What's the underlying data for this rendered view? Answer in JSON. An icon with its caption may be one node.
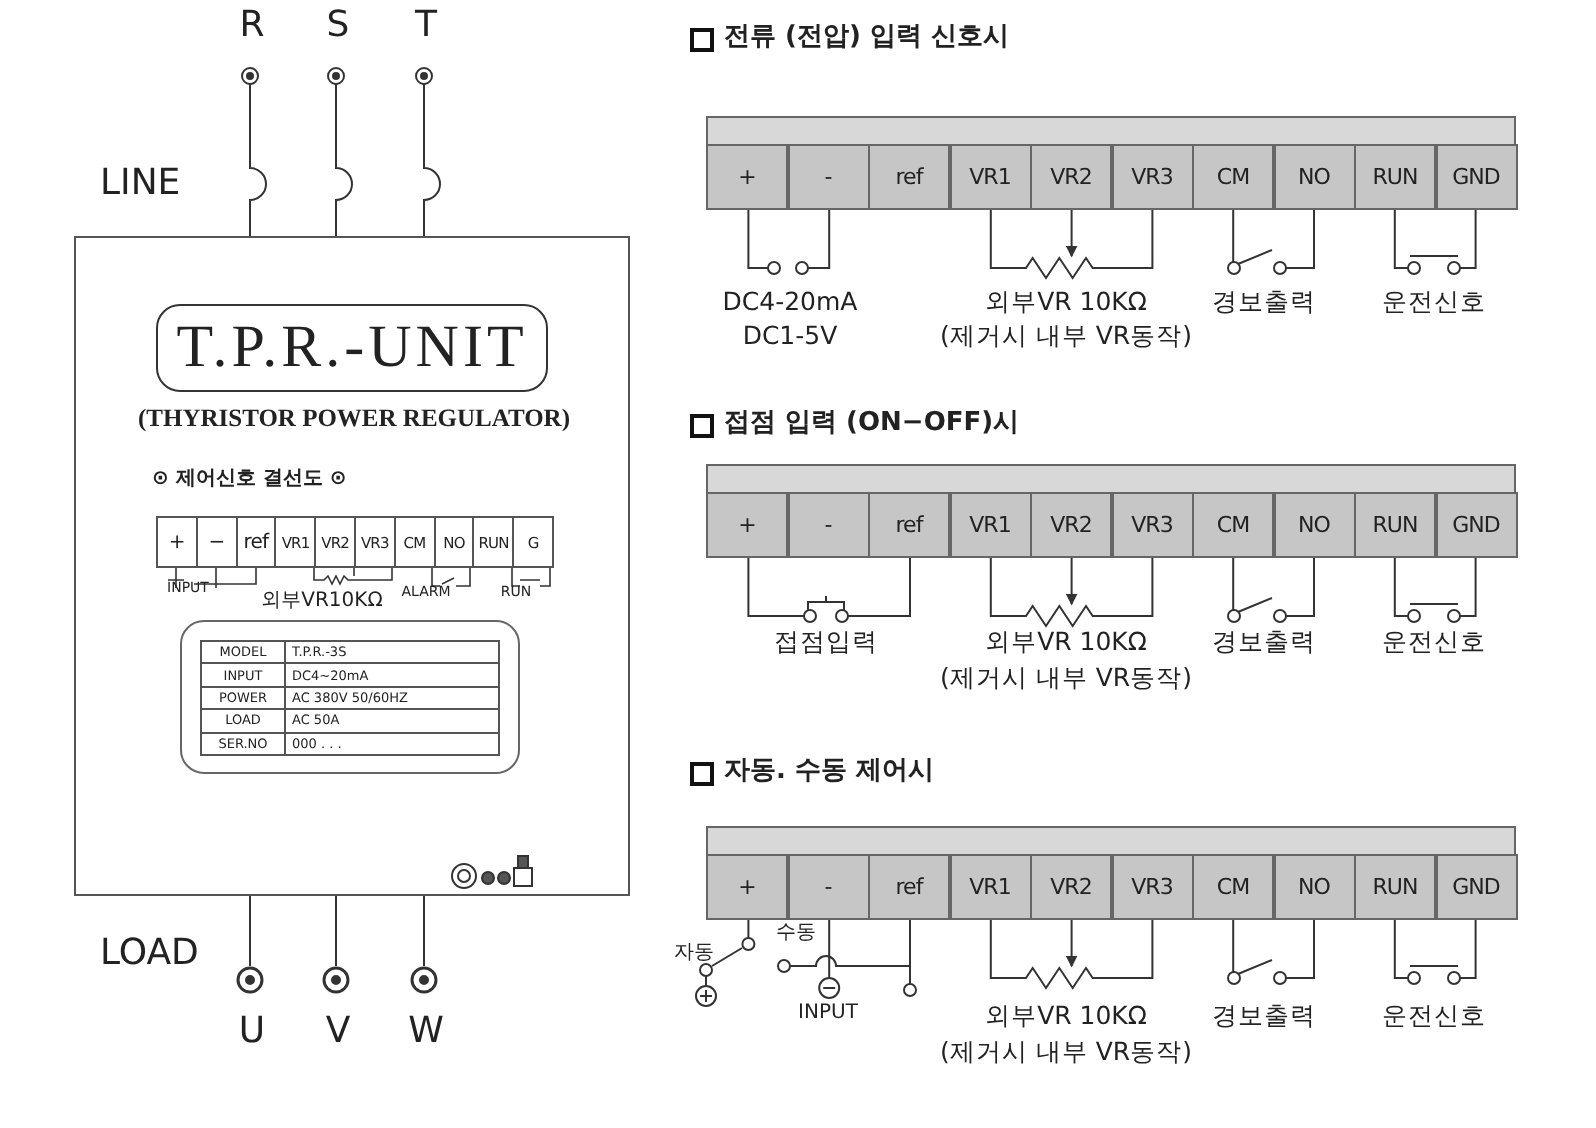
{
  "diagram": {
    "nodes": [
      {
        "text": [],
        "shape": "box"
      },
      {
        "text": [
          "T.P.R.-UNIT"
        ],
        "in": 0
      }
    ],
    "labels": [
      "R",
      "S",
      "T",
      "LINE",
      "(THYRISTOR POWER REGULATOR)",
      "⊙ 제어신호 결선도 ⊙",
      "+",
      "−",
      "ref",
      "VR1",
      "VR2",
      "VR3",
      "CM",
      "NO",
      "RUN",
      "G",
      "INPUT",
      "외부VR10KΩ",
      "ALARM",
      "RUN",
      "MODEL",
      "T.P.R.-3S",
      "INPUT",
      "DC4~20mA",
      "POWER",
      "AC 380V 50/60HZ",
      "LOAD",
      "AC 50A",
      "SER.NO",
      "000 . . .",
      "LOAD",
      "U",
      "V",
      "W",
      "전류 (전압) 입력 신호시",
      "+",
      "-",
      "ref",
      "VR1",
      "VR2",
      "VR3",
      "CM",
      "NO",
      "RUN",
      "GND",
      "DC4-20mA",
      "DC1-5V",
      "외부VR 10KΩ",
      "(제거시 내부 VR동작)",
      "경보출력",
      "운전신호",
      "접점 입력 (ON−OFF)시",
      "+",
      "-",
      "ref",
      "VR1",
      "VR2",
      "VR3",
      "CM",
      "NO",
      "RUN",
      "GND",
      "접점입력",
      "외부VR 10KΩ",
      "(제거시 내부 VR동작)",
      "경보출력",
      "운전신호",
      "자동. 수동 제어시",
      "+",
      "-",
      "ref",
      "VR1",
      "VR2",
      "VR3",
      "CM",
      "NO",
      "RUN",
      "GND",
      "자동",
      "수동",
      "INPUT",
      "외부VR 10KΩ",
      "(제거시 내부 VR동작)",
      "경보출력",
      "운전신호"
    ]
  }
}
